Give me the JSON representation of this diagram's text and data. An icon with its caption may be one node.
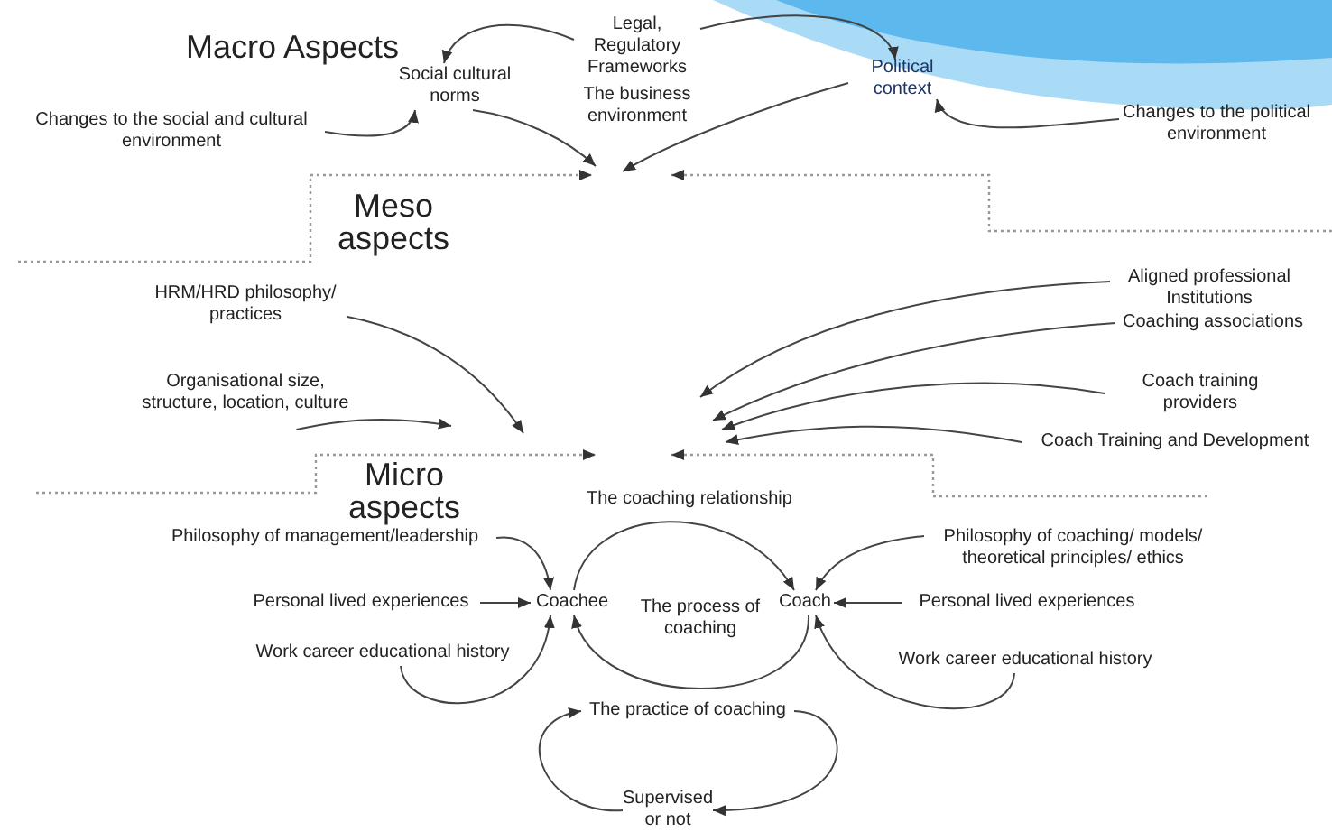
{
  "diagram": {
    "nodes": [
      {
        "text": [
          "Social cultural norms"
        ]
      },
      {
        "text": [
          "Legal, Regulatory Frameworks"
        ]
      },
      {
        "text": [
          "Political context"
        ]
      },
      {
        "text": [
          "Changes to the social and cultural environment"
        ]
      },
      {
        "text": [
          "Changes to the political environment"
        ]
      },
      {
        "text": [
          "HRM/HRD philosophy/ practices"
        ]
      },
      {
        "text": [
          "Organisational size, structure, location, culture"
        ]
      },
      {
        "text": [
          "Aligned professional Institutions"
        ]
      },
      {
        "text": [
          "Coaching associations"
        ]
      },
      {
        "text": [
          "Coach training providers"
        ]
      },
      {
        "text": [
          "Coach Training and Development"
        ]
      },
      {
        "text": [
          "Philosophy of management/leadership"
        ]
      },
      {
        "text": [
          "Philosophy of coaching/ models/ theoretical principles/ ethics"
        ]
      },
      {
        "text": [
          "Personal lived experiences"
        ]
      },
      {
        "text": [
          "Coachee"
        ]
      },
      {
        "text": [
          "Coach"
        ]
      },
      {
        "text": [
          "Personal lived experiences"
        ]
      },
      {
        "text": [
          "Work career educational history"
        ]
      },
      {
        "text": [
          "Work career educational history"
        ]
      },
      {
        "text": [
          "The practice of coaching"
        ]
      },
      {
        "text": [
          "Supervised or not"
        ]
      }
    ],
    "edges": [
      {
        "from": 1,
        "to": 0,
        "arrow": "to"
      },
      {
        "from": 1,
        "to": 2,
        "arrow": "to"
      },
      {
        "from": 3,
        "to": 0,
        "arrow": "to"
      },
      {
        "from": 4,
        "to": 2,
        "arrow": "to"
      },
      {
        "from": 0,
        "to": null,
        "arrow": "to"
      },
      {
        "from": 2,
        "to": null,
        "arrow": "to"
      },
      {
        "from": 5,
        "to": null,
        "arrow": "to"
      },
      {
        "from": 6,
        "to": null,
        "arrow": "to"
      },
      {
        "from": 7,
        "to": null,
        "arrow": "to"
      },
      {
        "from": 8,
        "to": null,
        "arrow": "to"
      },
      {
        "from": 9,
        "to": null,
        "arrow": "to"
      },
      {
        "from": 10,
        "to": null,
        "arrow": "to"
      },
      {
        "from": 11,
        "to": 14,
        "arrow": "to"
      },
      {
        "from": 13,
        "to": 14,
        "arrow": "to"
      },
      {
        "from": 17,
        "to": 14,
        "arrow": "to"
      },
      {
        "from": 12,
        "to": 15,
        "arrow": "to"
      },
      {
        "from": 16,
        "to": 15,
        "arrow": "to"
      },
      {
        "from": 18,
        "to": 15,
        "arrow": "to"
      },
      {
        "from": 14,
        "to": 15,
        "arrow": "to",
        "label": "The coaching relationship"
      },
      {
        "from": 15,
        "to": 14,
        "arrow": "to"
      },
      {
        "from": 20,
        "to": 19,
        "arrow": "to"
      },
      {
        "from": 19,
        "to": 20,
        "arrow": "to"
      }
    ],
    "labels": [
      "Macro Aspects",
      "The business environment",
      "Meso aspects",
      "Micro aspects",
      "The process of coaching"
    ]
  }
}
